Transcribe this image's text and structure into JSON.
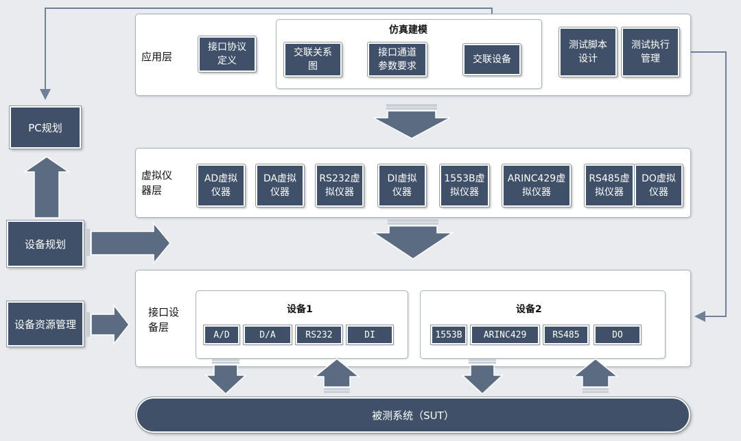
{
  "application_layer": {
    "label": "应用层",
    "protocol_def": "接口协议\n定义",
    "sim": {
      "title": "仿真建模",
      "crosslink_diagram": "交联关系\n图",
      "channel_params": "接口通道\n参数要求",
      "crosslink_device": "交联设备"
    },
    "test_script": "测试脚本\n设计",
    "test_exec": "测试执行\n管理"
  },
  "virtual_layer": {
    "label": "虚拟仪\n器层",
    "instruments": [
      "AD虚拟\n仪器",
      "DA虚拟\n仪器",
      "RS232虚\n拟仪器",
      "DI虚拟\n仪器",
      "1553B虚\n拟仪器",
      "ARINC429虚\n拟仪器",
      "RS485虚\n拟仪器",
      "DO虚拟\n仪器"
    ]
  },
  "interface_layer": {
    "label": "接口设\n备层",
    "device1": {
      "title": "设备1",
      "ports": [
        "A/D",
        "D/A",
        "RS232",
        "DI"
      ]
    },
    "device2": {
      "title": "设备2",
      "ports": [
        "1553B",
        "ARINC429",
        "RS485",
        "DO"
      ]
    }
  },
  "left": {
    "pc_planning": "PC规划",
    "device_planning": "设备规划",
    "resource_mgmt": "设备资源管理"
  },
  "sut": "被测系统（SUT）",
  "colors": {
    "box_fill": "#3f5068",
    "arrow_fill": "#5b6b82",
    "connector": "#6f7f95",
    "background": "#e9ebee"
  }
}
